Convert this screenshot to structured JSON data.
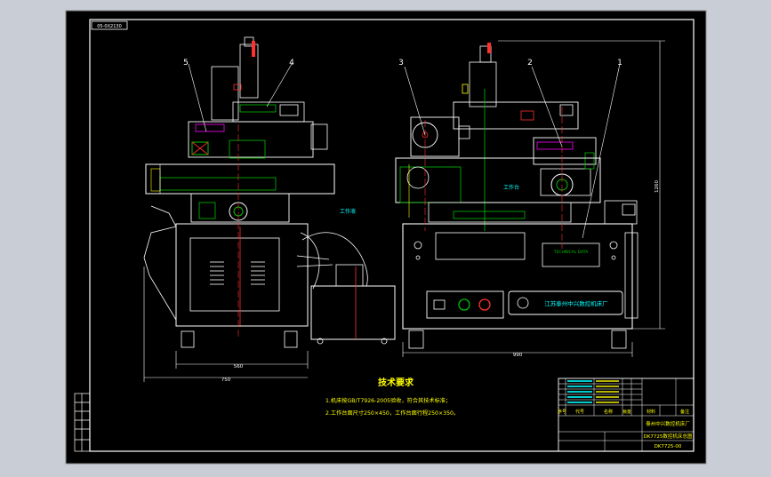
{
  "drawing": {
    "code_box": "05-0X2130",
    "balloons": [
      "5",
      "4",
      "3",
      "2",
      "1"
    ],
    "callouts": {
      "hose": "工作液",
      "table": "工作台"
    },
    "dimensions": {
      "width_left": "560",
      "width_left_total": "750",
      "width_right": "990",
      "height_right": "1260"
    },
    "panels": {
      "front_label": "江苏泰州中兴数控机床厂",
      "nameplate": "TECHNICAL DATA"
    },
    "tech_requirements": {
      "title": "技术要求",
      "lines": [
        "1.机床按GB/T7926-2005验收，符合其技术标准；",
        "2.工作台面尺寸250×450，工作台面行程250×350。"
      ]
    },
    "title_block": {
      "company": "泰州中兴数控机床厂",
      "drawing_name": "DK7725数控机床总图",
      "drawing_no": "DK7725-00",
      "headers": [
        "序号",
        "代号",
        "名称",
        "数量",
        "材料",
        "备注"
      ],
      "parts_rows": 5
    }
  },
  "colors": {
    "background_ui": "#c9ced6",
    "paper": "#000000",
    "outline": "#ffffff",
    "accent_green": "#00c000",
    "accent_red": "#ff3030",
    "accent_yellow": "#ffff00",
    "accent_cyan": "#00ffff",
    "accent_magenta": "#ff00ff"
  }
}
